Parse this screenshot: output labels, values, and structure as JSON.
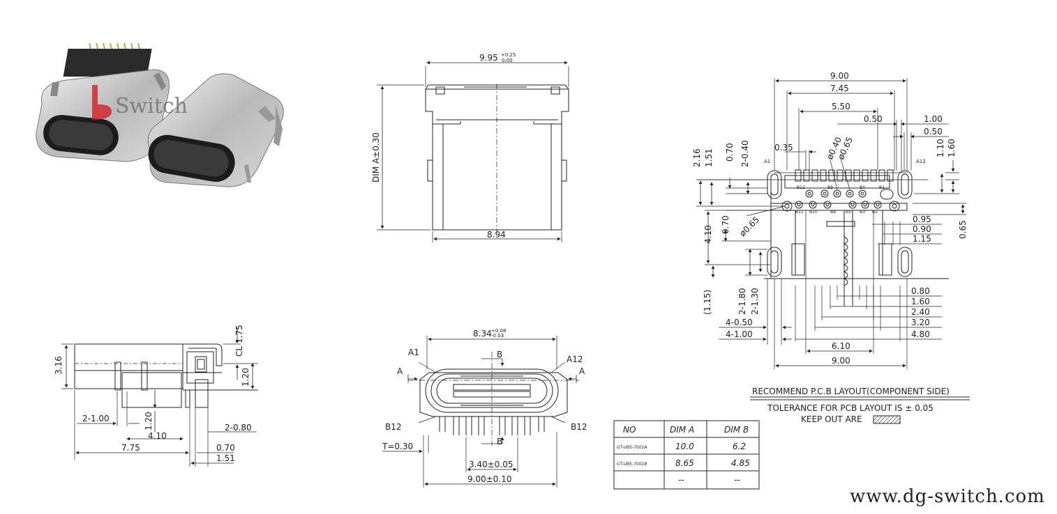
{
  "photo": {
    "watermark_text": "Switch"
  },
  "top_view": {
    "width_dim": "9.95",
    "width_tol_upper": "+0.25",
    "width_tol_lower": "0.00",
    "height_dim": "DIM A±0.30",
    "bottom_dim": "8.94"
  },
  "side_view": {
    "height_dim": "3.16",
    "cl_dim": "CL 1.75",
    "right_height": "1.20",
    "pin_pitch": "2-1.00",
    "pin_height": "1.20",
    "span_410": "4.10",
    "pin_width": "2-0.80",
    "length": "7.75",
    "dim_070": "0.70",
    "dim_151": "1.51"
  },
  "front_view": {
    "top_dim": "8.34",
    "top_tol_upper": "+0.08",
    "top_tol_lower": "-0.03",
    "label_a1": "A1",
    "label_a12": "A12",
    "label_b12_left": "B12",
    "label_b12_right": "B12",
    "label_b_top": "B",
    "label_b_bottom": "B",
    "label_a_left": "A",
    "label_a_right": "A",
    "thickness": "T=0.30",
    "pin_span": "3.40±0.05",
    "bottom_width": "9.00±0.10"
  },
  "pcb_layout": {
    "dims_top": [
      "9.00",
      "7.45",
      "5.50",
      "0.50",
      "1.00",
      "0.50"
    ],
    "dims_left_vertical": [
      "2.16",
      "1.51",
      "0.70",
      "2-0.40"
    ],
    "dim_035": "0.35",
    "hole_dims": [
      "ø0.40",
      "ø0.65"
    ],
    "dims_right_vertical": [
      "1.10",
      "1.60"
    ],
    "label_a1": "A1",
    "label_a12": "A12",
    "pin_labels_top": [
      "B12",
      "B9",
      "B4",
      "B1"
    ],
    "pin_labels_bottom": [
      "B11",
      "B10",
      "B8",
      "B5",
      "B3",
      "B2"
    ],
    "dim_410": "4.10",
    "dim_070": "0.70",
    "dim_065_hole": "ø0.65",
    "dims_right": [
      "0.95",
      "0.90",
      "1.15"
    ],
    "dim_065_right": "0.65",
    "dims_lower_left": [
      "(1.15)",
      "2-1.80",
      "2-1.30"
    ],
    "dims_lower_right": [
      "0.80",
      "1.60",
      "2.40",
      "3.20",
      "4.80"
    ],
    "dims_bottom_left": [
      "4-0.50",
      "4-1.00"
    ],
    "dim_610": "6.10",
    "dim_900_bottom": "9.00",
    "title": "RECOMMEND P.C.B LAYOUT(COMPONENT SIDE)",
    "tolerance": "TOLERANCE FOR PCB LAYOUT IS ± 0.05",
    "keepout": "KEEP OUT ARE"
  },
  "dim_table": {
    "headers": [
      "NO",
      "DIM A",
      "DIM B"
    ],
    "rows": [
      [
        "GT-UBS-7001A",
        "10.0",
        "6.2"
      ],
      [
        "GT-UBS-7001B",
        "8.65",
        "4.85"
      ],
      [
        "",
        "--",
        "--"
      ]
    ]
  },
  "website": "www.dg-switch.com"
}
